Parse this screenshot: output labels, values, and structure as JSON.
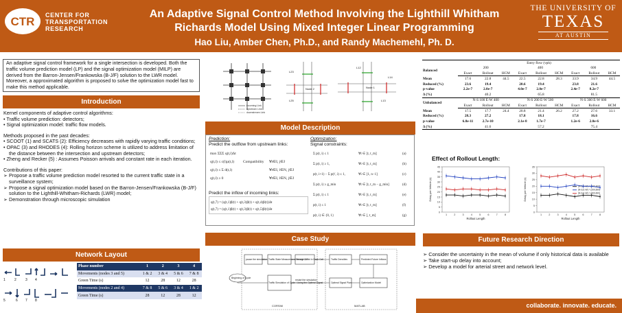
{
  "header": {
    "logo_text": "CTR",
    "org_lines": [
      "CENTER FOR",
      "TRANSPORTATION",
      "RESEARCH"
    ],
    "title_line1": "An Adaptive Signal Control Method Involving the Lighthill Whitham",
    "title_line2": "Richards Model Using Mixed Integer Linear Programming",
    "authors": "Hao Liu, Amber Chen, Ph.D., and Randy Machemehl, Ph. D.",
    "univ_line1": "THE UNIVERSITY OF",
    "univ_line2": "TEXAS",
    "univ_line3": "AT AUSTIN",
    "brand_color": "#bf5a15"
  },
  "abstract": "An adaptive signal control framework for a single intersection is developed. Both the traffic volume prediction model (LP) and the signal optimization model (MILP) are derived from the Barron-Jensen/Frankowska (B-J/F) solution to the LWR model. Moreover, a approximated algorithm is proposed to solve the optimization model fast to make this method applicable.",
  "introduction": {
    "heading": "Introduction",
    "kernel": "Kernel components of adaptive control algorithms:",
    "kernel_items": [
      "Traffic volume prediction: detectors;",
      "Signal optimization model: traffic flow models."
    ],
    "methods": "Methods proposed in the past decades:",
    "method_items": [
      "SCOOT (1) and SCATS (2): Efficiency decreases with rapidly varying traffic conditions;",
      "OPAC (3) and RHODES (4): Rolling horizon scheme is utilized to address limitation of the distance between the intersection and upstream detectors;",
      "Zheng and Recker (5) : Assumes Poisson arrivals and constant rate in each iteration."
    ],
    "contrib": "Contributions of this paper:",
    "contrib_items": [
      "Propose a traffic volume prediction model resorted to the current traffic state in a surveillance system;",
      "Propose a signal optimization model based on the Barron-Jensen/Frankowska (B-J/F) solution to the Lighthill-Whitham-Richards (LWR) model;",
      "Demonstration through microscopic simulation"
    ]
  },
  "network": {
    "heading": "Network Layout",
    "table_header": [
      "Phase number",
      "1",
      "2",
      "3",
      "4"
    ],
    "rows": [
      {
        "label": "Movements (nodes 3 and 5)",
        "cells": [
          "1 & 2",
          "3 & 4",
          "5 & 6",
          "7 & 8"
        ]
      },
      {
        "label": "Green Time (s)",
        "cells": [
          "12",
          "28",
          "12",
          "28"
        ]
      },
      {
        "label": "Movements (nodes 2 and 4)",
        "cells": [
          "7 & 8",
          "5 & 6",
          "3 & 4",
          "1 & 2"
        ]
      },
      {
        "label": "Green Time (s)",
        "cells": [
          "28",
          "12",
          "28",
          "12"
        ]
      }
    ]
  },
  "diagram": {
    "labels": [
      "L23",
      "L12",
      "L14",
      "L13",
      "L25",
      "Node 2",
      "Node 1",
      "Adaptive Control"
    ],
    "legend": [
      "incoming Link",
      "upstream Link",
      "downstream Link"
    ]
  },
  "model": {
    "heading": "Model Description",
    "prediction": "Prediction:",
    "pred_outflow": "Predict the outflow from upstream links:",
    "pred_inflow": "Predict the inflow of incoming links:",
    "optimization": "Optimization:",
    "signal_constraints": "Signal constraints:",
    "compatibility": "Compatibility",
    "eq_labels": [
      "(a)",
      "(b)",
      "(c)",
      "(d)",
      "(e)",
      "(f)",
      "(g)"
    ]
  },
  "case_study": {
    "heading": "Case Study",
    "boxes": [
      "pause the simulation",
      "Traffic State Measurement through API",
      "Vehicle Count in Each Cell",
      "Traffic Densities",
      "Predicted Future Inflows",
      "Beginning of Cycle",
      "Traffic Simulation of Cycle i Using the Optimal Signal",
      "restart the simulation",
      "Optimal Signal Plan",
      "Optimization Model"
    ],
    "tags": [
      "CORSIM",
      "MATLAB"
    ]
  },
  "results": {
    "entry_label": "Entry flow (vph)",
    "balanced": {
      "label": "Balanced",
      "flows": [
        "200",
        "400",
        "600"
      ],
      "subheads": [
        "Exact",
        "Rollout",
        "HCM",
        "Exact",
        "Rollout",
        "HCM",
        "Exact",
        "Rollout",
        "HCM"
      ],
      "rows": [
        {
          "label": "Mean",
          "cells": [
            "17.6",
            "22.8",
            "44.5",
            "22.5",
            "22.8",
            "28.3",
            "33.9",
            "34.9",
            "44.5"
          ]
        },
        {
          "label": "Reduced (%)",
          "cells": [
            "23.6",
            "19.4",
            "",
            "20.6",
            "19.4",
            "",
            "23.8",
            "21.6",
            ""
          ]
        },
        {
          "label": "p-value",
          "cells": [
            "2.2e-7",
            "2.0e-7",
            "",
            "4.0e-7",
            "2.0e-7",
            "",
            "2.4e-7",
            "8.2e-7",
            ""
          ]
        },
        {
          "label": "Δ (%)",
          "cells": [
            "",
            "40.2",
            "",
            "",
            "65.8",
            "",
            "",
            "81.5",
            ""
          ]
        }
      ]
    },
    "unbalanced": {
      "label": "Unbalanced",
      "flows": [
        "N-S 100\nE-W 400",
        "N-S 200\nE-W 500",
        "N-S 300\nE-W 600"
      ],
      "rows": [
        {
          "label": "Mean",
          "cells": [
            "17.5",
            "17.7",
            "24.4",
            "20.8",
            "21.4",
            "26.2",
            "27.2",
            "27.6",
            "33.1"
          ]
        },
        {
          "label": "Reduced (%)",
          "cells": [
            "28.3",
            "27.2",
            "",
            "17.8",
            "18.1",
            "",
            "17.8",
            "16.6",
            ""
          ]
        },
        {
          "label": "p-value",
          "cells": [
            "6.8e-11",
            "2.7e-10",
            "",
            "2.1e-8",
            "1.7e-7",
            "",
            "1.2e-6",
            "2.0e-6",
            ""
          ]
        },
        {
          "label": "Δ (%)",
          "cells": [
            "",
            "41.6",
            "",
            "",
            "57.2",
            "",
            "",
            "75.4",
            ""
          ]
        }
      ]
    },
    "effect_title": "Effect of Rollout Length:",
    "xlabel": "Rollout Length",
    "ylabel": "Delay per Vehicle (s)"
  },
  "chart_data": [
    {
      "type": "line",
      "x": [
        1,
        2,
        3,
        4,
        5,
        6,
        7,
        8
      ],
      "ylim": [
        0,
        45
      ],
      "xlabel": "Rollout Length",
      "ylabel": "Delay per Vehicle (s)",
      "series": [
        {
          "name": "",
          "values": [
            36,
            35,
            34,
            33,
            33,
            34,
            35,
            34
          ],
          "color": "#1f3fbf"
        },
        {
          "name": "",
          "values": [
            23,
            22,
            23,
            23,
            22,
            22,
            23,
            22
          ],
          "color": "#cc2222"
        },
        {
          "name": "",
          "values": [
            17,
            17,
            16,
            17,
            17,
            16,
            17,
            16
          ],
          "color": "#111111"
        }
      ]
    },
    {
      "type": "line",
      "x": [
        1,
        2,
        3,
        4,
        5,
        6,
        7,
        8
      ],
      "ylim": [
        0,
        35
      ],
      "xlabel": "Rollout Length",
      "ylabel": "Delay per Vehicle (s)",
      "series": [
        {
          "name": "(N-S,E-W) = (100,400)",
          "values": [
            13,
            13,
            14,
            13,
            12,
            13,
            13,
            12
          ],
          "color": "#111111"
        },
        {
          "name": "(N-S,E-W) = (200,500)",
          "values": [
            20,
            20,
            19,
            20,
            21,
            20,
            20,
            19
          ],
          "color": "#1f3fbf"
        },
        {
          "name": "(N-S,E-W) = (300,600)",
          "values": [
            28,
            27,
            28,
            29,
            27,
            28,
            27,
            28
          ],
          "color": "#cc2222"
        }
      ]
    }
  ],
  "future": {
    "heading": "Future Research Direction",
    "items": [
      "Consider the uncertainty in the mean of volume if only historical data is available",
      "Take start-up delay into account;",
      "Develop a model for arterial street and network level."
    ]
  },
  "footer": "collaborate. innovate. educate."
}
